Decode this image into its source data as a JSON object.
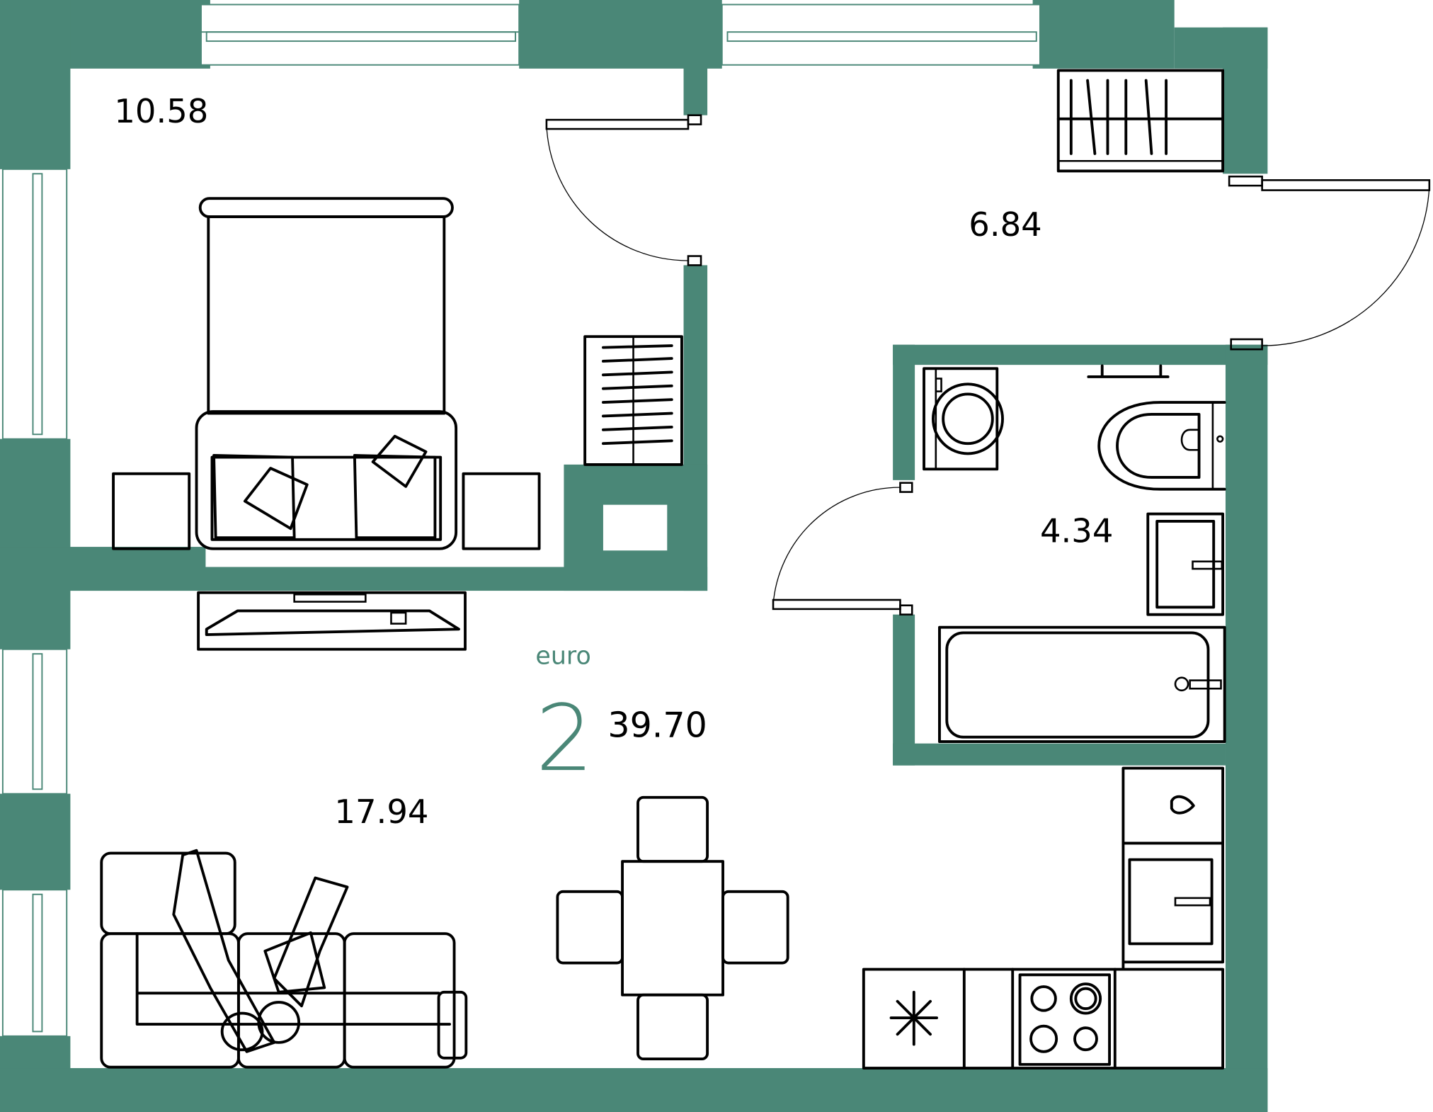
{
  "plan": {
    "type": "euro",
    "rooms_count": "2",
    "total_area": "39.70",
    "accent_color": "#4A8777",
    "rooms": [
      {
        "name": "bedroom",
        "area": "10.58"
      },
      {
        "name": "hallway",
        "area": "6.84"
      },
      {
        "name": "bathroom",
        "area": "4.34"
      },
      {
        "name": "kitchen-living-room",
        "area": "17.94"
      }
    ]
  }
}
